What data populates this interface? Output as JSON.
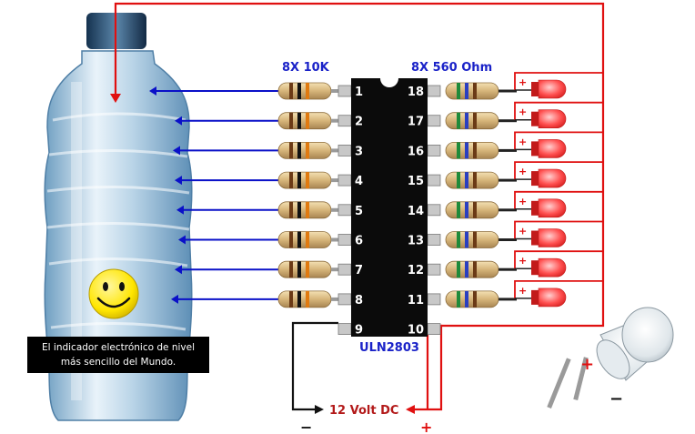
{
  "labels": {
    "resistors_left": "8X 10K",
    "resistors_right": "8X 560 Ohm",
    "chip_name": "ULN2803",
    "supply": "12 Volt DC",
    "supply_minus": "−",
    "supply_plus": "+",
    "led_plus": "+",
    "led_minus": "−",
    "led_polarity_mark": "+",
    "caption_line1": "El indicador electrónico de nivel",
    "caption_line2": "más sencillo del Mundo."
  },
  "pins_left": [
    "1",
    "2",
    "3",
    "4",
    "5",
    "6",
    "7",
    "8",
    "9"
  ],
  "pins_right": [
    "18",
    "17",
    "16",
    "15",
    "14",
    "13",
    "12",
    "11",
    "10"
  ],
  "colors": {
    "sense_wire": "#0a10c8",
    "supply_wire": "#e01010",
    "ground_wire": "#111111",
    "chip_body": "#0b0b0b",
    "label_blue": "#1a22c8",
    "label_red": "#b31a1a",
    "led_red": "#ff4a4a",
    "smiley": "#ffe600"
  }
}
